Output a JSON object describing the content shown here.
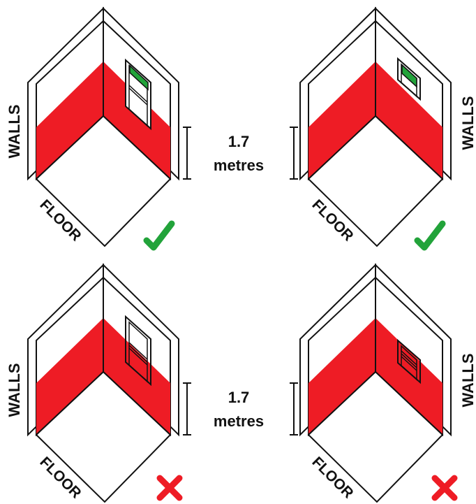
{
  "labels": {
    "walls": "WALLS",
    "floor": "FLOOR",
    "height_value": "1.7",
    "height_unit": "metres"
  },
  "panels": [
    {
      "position": "top-left",
      "window": "fits-above-line",
      "verdict": "correct",
      "verdict_icon": "check-icon"
    },
    {
      "position": "top-right",
      "window": "fits-above-line",
      "verdict": "correct",
      "verdict_icon": "check-icon"
    },
    {
      "position": "bottom-left",
      "window": "extends-below-line",
      "verdict": "incorrect",
      "verdict_icon": "cross-icon"
    },
    {
      "position": "bottom-right",
      "window": "inside-red-zone",
      "verdict": "incorrect",
      "verdict_icon": "cross-icon"
    }
  ],
  "colors": {
    "red_zone": "#ee1c25",
    "check": "#22a33a",
    "cross": "#ee1c25",
    "window_glass": "#22a33a",
    "outline": "#111111"
  }
}
